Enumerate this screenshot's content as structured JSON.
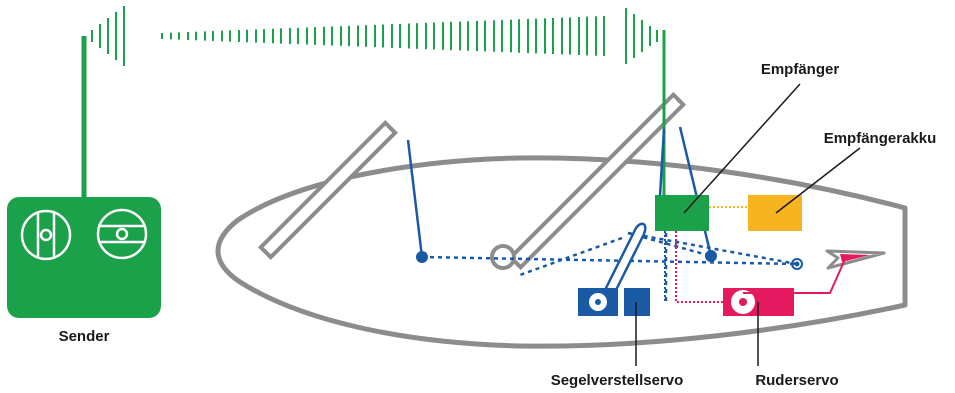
{
  "labels": {
    "sender": "Sender",
    "empfaenger": "Empfänger",
    "empfaengerakku": "Empfängerakku",
    "segelverstellservo": "Segelverstellservo",
    "ruderservo": "Ruderservo"
  },
  "colors": {
    "radio_green": "#1aa14a",
    "hull_gray": "#8c8c8c",
    "control_blue": "#1a5aa5",
    "battery_orange": "#f6b520",
    "rudder_pink": "#e5195f"
  },
  "icons": {
    "sender_left_stick": "stick-vertical-icon",
    "sender_right_stick": "stick-horizontal-icon"
  }
}
